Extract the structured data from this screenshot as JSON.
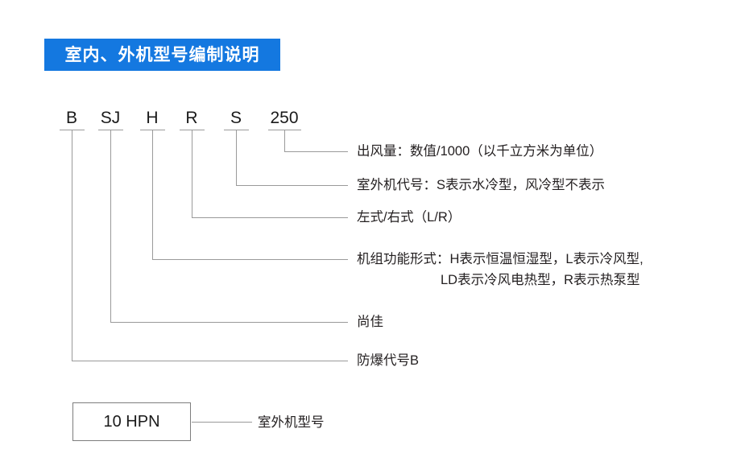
{
  "banner": {
    "title": "室内、外机型号编制说明"
  },
  "code_row": {
    "segments": [
      {
        "label": "B"
      },
      {
        "label": "SJ"
      },
      {
        "label": "H"
      },
      {
        "label": "R"
      },
      {
        "label": "S"
      },
      {
        "label": "250"
      }
    ]
  },
  "descriptions": [
    {
      "key": "airflow",
      "text": "出风量：数值/1000（以千立方米为单位）"
    },
    {
      "key": "outdoor-code",
      "text": "室外机代号：S表示水冷型，风冷型不表示"
    },
    {
      "key": "handedness",
      "text": "左式/右式（L/R）"
    },
    {
      "key": "function-type",
      "text": "机组功能形式：H表示恒温恒湿型，L表示冷风型,",
      "text2": "LD表示冷风电热型，R表示热泵型"
    },
    {
      "key": "brand",
      "text": "尚佳"
    },
    {
      "key": "explosion",
      "text": "防爆代号B"
    }
  ],
  "outdoor_unit": {
    "model": "10 HPN",
    "note": "室外机型号"
  },
  "colors": {
    "banner_background": "#1478e0",
    "banner_text": "#ffffff",
    "line": "#9a9a9a",
    "box_border": "#7d7d7d",
    "text": "#231f20"
  }
}
